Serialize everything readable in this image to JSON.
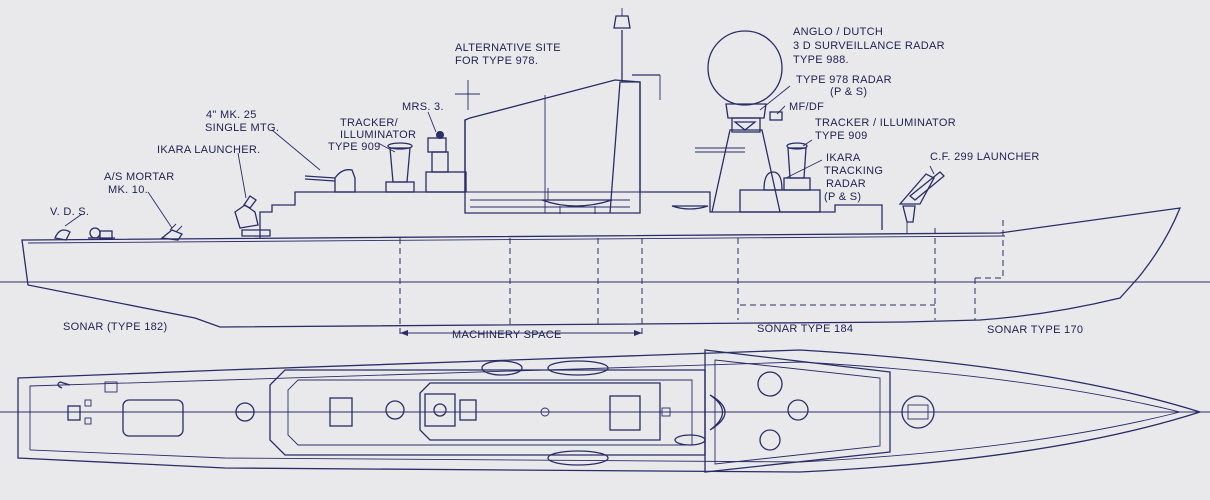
{
  "labels": {
    "alternative_site_l1": "ALTERNATIVE SITE",
    "alternative_site_l2": "FOR TYPE 978.",
    "radar_988_l1": "ANGLO / DUTCH",
    "radar_988_l2": "3 D SURVEILLANCE RADAR",
    "radar_988_l3": "TYPE 988.",
    "type978_l1": "TYPE 978 RADAR",
    "type978_l2": "(P & S)",
    "mfdf": "MF/DF",
    "tracker_aft_l1": "TRACKER / ILLUMINATOR",
    "tracker_aft_l2": "TYPE 909",
    "ikara_tracking_l1": "IKARA",
    "ikara_tracking_l2": "TRACKING",
    "ikara_tracking_l3": "RADAR",
    "ikara_tracking_l4": "(P & S)",
    "cf299": "C.F. 299  LAUNCHER",
    "mrs3": "MRS. 3.",
    "tracker_fwd_l1": "TRACKER/",
    "tracker_fwd_l2": "ILLUMINATOR",
    "tracker_fwd_l3": "TYPE 909",
    "mk25_l1": "4\" MK. 25",
    "mk25_l2": "SINGLE MTG.",
    "ikara_launcher": "IKARA LAUNCHER.",
    "mortar_l1": "A/S MORTAR",
    "mortar_l2": "MK. 10.",
    "vds": "V. D. S.",
    "sonar182": "SONAR (TYPE 182)",
    "machinery": "MACHINERY  SPACE",
    "sonar184": "SONAR TYPE 184",
    "sonar170": "SONAR TYPE 170"
  },
  "colors": {
    "ink": "#2a2d66",
    "paper": "#e9e9ec"
  }
}
